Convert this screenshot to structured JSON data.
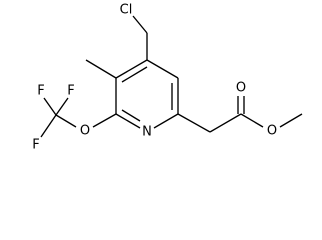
{
  "molecule": {
    "atoms": {
      "chlorine": "Cl",
      "fluorine_top_left": "F",
      "fluorine_top_right": "F",
      "fluorine_bottom": "F",
      "ether_oxygen": "O",
      "ring_nitrogen": "N",
      "carbonyl_oxygen": "O",
      "ester_oxygen": "O"
    }
  }
}
